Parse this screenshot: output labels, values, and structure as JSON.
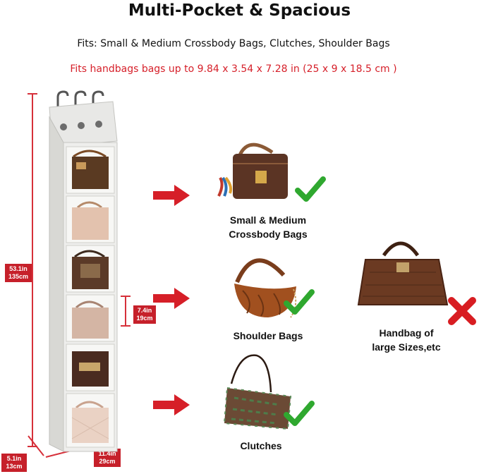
{
  "title": "Multi-Pocket & Spacious",
  "subtitle_fits": "Fits: Small & Medium Crossbody Bags, Clutches, Shoulder Bags",
  "subtitle_dimensions": "Fits  handbags bags up to 9.84 x 3.54 x 7.28 in (25 x 9 x 18.5 cm )",
  "dimensions": {
    "height": {
      "in": "53.1in",
      "cm": "135cm"
    },
    "pocket": {
      "in": "7.4in",
      "cm": "19cm"
    },
    "depth": {
      "in": "5.1in",
      "cm": "13cm"
    },
    "width": {
      "in": "11.4in",
      "cm": "29cm"
    }
  },
  "categories": [
    {
      "label_line1": "Small & Medium",
      "label_line2": "Crossbody Bags",
      "fits": true
    },
    {
      "label_line1": "Shoulder Bags",
      "fits": true
    },
    {
      "label_line1": "Clutches",
      "fits": true
    }
  ],
  "not_fit": {
    "label_line1": "Handbag of",
    "label_line2": "large Sizes,etc",
    "fits": false
  },
  "colors": {
    "accent_red": "#d6202a",
    "check_green": "#2fa82f",
    "cross_red": "#d81d22"
  }
}
